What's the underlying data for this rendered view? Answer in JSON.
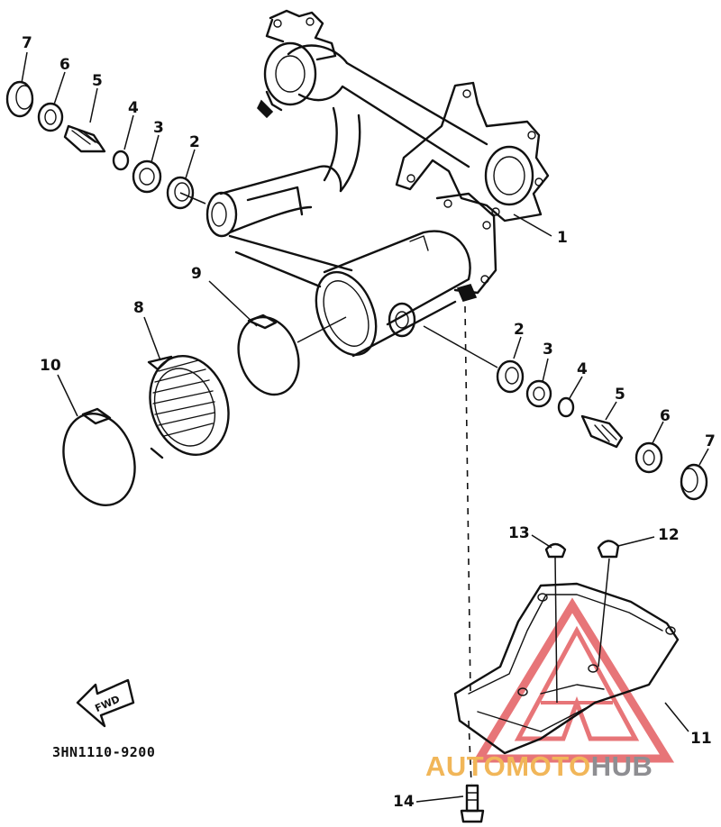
{
  "diagram": {
    "part_code": "3HN1110-9200",
    "direction_arrow_label": "FWD",
    "callouts": [
      {
        "key": "c7a",
        "text": "7"
      },
      {
        "key": "c6a",
        "text": "6"
      },
      {
        "key": "c5a",
        "text": "5"
      },
      {
        "key": "c4a",
        "text": "4"
      },
      {
        "key": "c3a",
        "text": "3"
      },
      {
        "key": "c2a",
        "text": "2"
      },
      {
        "key": "c1",
        "text": "1"
      },
      {
        "key": "c9",
        "text": "9"
      },
      {
        "key": "c8",
        "text": "8"
      },
      {
        "key": "c10",
        "text": "10"
      },
      {
        "key": "c2b",
        "text": "2"
      },
      {
        "key": "c3b",
        "text": "3"
      },
      {
        "key": "c4b",
        "text": "4"
      },
      {
        "key": "c5b",
        "text": "5"
      },
      {
        "key": "c6b",
        "text": "6"
      },
      {
        "key": "c7b",
        "text": "7"
      },
      {
        "key": "c13",
        "text": "13"
      },
      {
        "key": "c12",
        "text": "12"
      },
      {
        "key": "c11",
        "text": "11"
      },
      {
        "key": "c14",
        "text": "14"
      }
    ]
  },
  "watermark": {
    "part1": "AUTO",
    "part2": "MOTO",
    "part3": "HUB",
    "color_primary": "#f1b659",
    "color_secondary": "#8e8e92",
    "logo_triangle_color": "#e0484b"
  }
}
